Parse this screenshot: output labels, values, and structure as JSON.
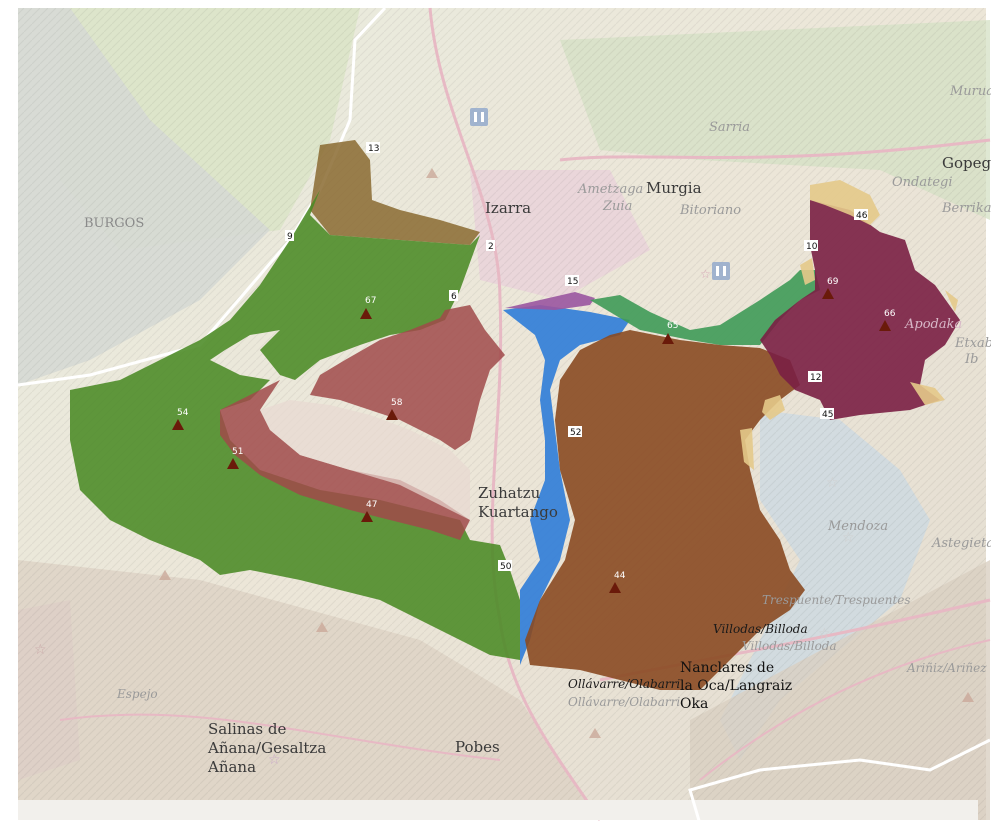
{
  "colors": {
    "green_zone": "#4a8a24",
    "brown_zone": "#8a4a22",
    "olive_zone": "#8a6a30",
    "red_zone": "#a04a4a",
    "blue_zone": "#2f7cd8",
    "purple_zone": "#7a1f44",
    "teal_zone": "#3f9a58",
    "magenta_zone": "#9a55a0",
    "tan_zone": "#e4c98a",
    "province_border": "#ffffff",
    "peak_marker": "#6a1a0a"
  },
  "place_labels": [
    {
      "id": "burgos",
      "text": "BURGOS"
    },
    {
      "id": "izarra",
      "text": "Izarra"
    },
    {
      "id": "murgia",
      "text": "Murgia"
    },
    {
      "id": "ametzaga",
      "text": "Ametzaga"
    },
    {
      "id": "zuia",
      "text": "Zuia"
    },
    {
      "id": "bitoriano",
      "text": "Bitoriano"
    },
    {
      "id": "sarria",
      "text": "Sarria"
    },
    {
      "id": "gopegi",
      "text": "Gopegi"
    },
    {
      "id": "ondategi",
      "text": "Ondategi"
    },
    {
      "id": "berrikano",
      "text": "Berrikan"
    },
    {
      "id": "murua",
      "text": "Murua"
    },
    {
      "id": "apodaka",
      "text": "Apodaka"
    },
    {
      "id": "etxabarri",
      "text": "Etxab"
    },
    {
      "id": "ibarra",
      "text": "Ib"
    },
    {
      "id": "zuhatzu",
      "text": "Zuhatzu"
    },
    {
      "id": "kuartango",
      "text": "Kuartango"
    },
    {
      "id": "mendoza",
      "text": "Mendoza"
    },
    {
      "id": "astegieta",
      "text": "Astegieta"
    },
    {
      "id": "trespuentes",
      "text": "Trespuente/Trespuentes"
    },
    {
      "id": "villodas-dark",
      "text": "Villodas/Billoda"
    },
    {
      "id": "villodas-faint",
      "text": "Villodas/Billoda"
    },
    {
      "id": "arinez",
      "text": "Ariñiz/Ariñez"
    },
    {
      "id": "nanclares-1",
      "text": "Nanclares de"
    },
    {
      "id": "nanclares-2",
      "text": "la Oca/Langraiz"
    },
    {
      "id": "nanclares-3",
      "text": "Oka"
    },
    {
      "id": "ollavarre-dark",
      "text": "Ollávarre/Olabarri"
    },
    {
      "id": "ollavarre-faint",
      "text": "Ollávarre/Olabarri"
    },
    {
      "id": "espejo",
      "text": "Espejo"
    },
    {
      "id": "salinas-1",
      "text": "Salinas de"
    },
    {
      "id": "salinas-2",
      "text": "Añana/Gesaltza"
    },
    {
      "id": "salinas-3",
      "text": "Añana"
    },
    {
      "id": "pobes",
      "text": "Pobes"
    }
  ],
  "boundary_numbers": [
    "13",
    "9",
    "2",
    "6",
    "15",
    "10",
    "46",
    "12",
    "45",
    "52",
    "50"
  ],
  "peaks": [
    "67",
    "58",
    "54",
    "51",
    "47",
    "65",
    "69",
    "66",
    "44"
  ]
}
